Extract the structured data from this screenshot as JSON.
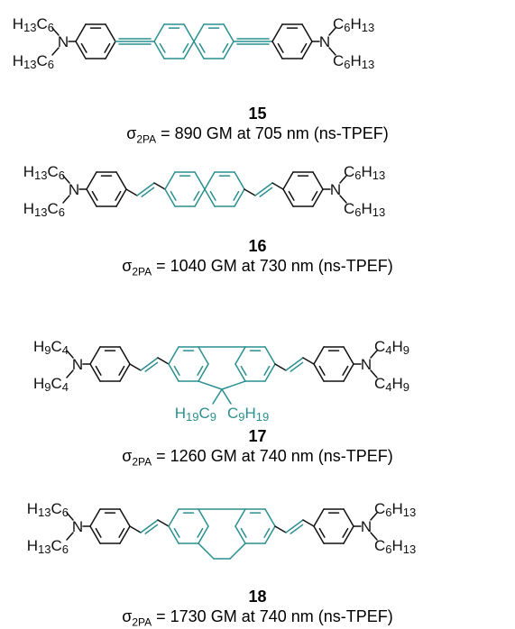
{
  "colors": {
    "core": "#2a8f8f",
    "ink": "#111111"
  },
  "compounds": [
    {
      "id": "15",
      "linker": "alkyne",
      "core": "biphenyl",
      "left_substituent": [
        "H13C6",
        "H13C6"
      ],
      "right_substituent": [
        "C6H13",
        "C6H13"
      ],
      "sigma_symbol": "σ",
      "sigma_sub": "2PA",
      "sigma_text": " = 890 GM at 705 nm (ns-TPEF)"
    },
    {
      "id": "16",
      "linker": "alkene",
      "core": "biphenyl",
      "left_substituent": [
        "H13C6",
        "H13C6"
      ],
      "right_substituent": [
        "C6H13",
        "C6H13"
      ],
      "sigma_symbol": "σ",
      "sigma_sub": "2PA",
      "sigma_text": " = 1040 GM at 730 nm (ns-TPEF)"
    },
    {
      "id": "17",
      "linker": "alkene",
      "core": "fluorene",
      "left_substituent": [
        "H9C4",
        "H9C4"
      ],
      "right_substituent": [
        "C4H9",
        "C4H9"
      ],
      "bridge_substituents": [
        "H19C9",
        "C9H19"
      ],
      "sigma_symbol": "σ",
      "sigma_sub": "2PA",
      "sigma_text": " = 1260 GM at 740 nm (ns-TPEF)"
    },
    {
      "id": "18",
      "linker": "alkene",
      "core": "dihydrophenanthrene",
      "left_substituent": [
        "H13C6",
        "H13C6"
      ],
      "right_substituent": [
        "C6H13",
        "C6H13"
      ],
      "sigma_symbol": "σ",
      "sigma_sub": "2PA",
      "sigma_text": " = 1730 GM at 740 nm (ns-TPEF)"
    }
  ]
}
